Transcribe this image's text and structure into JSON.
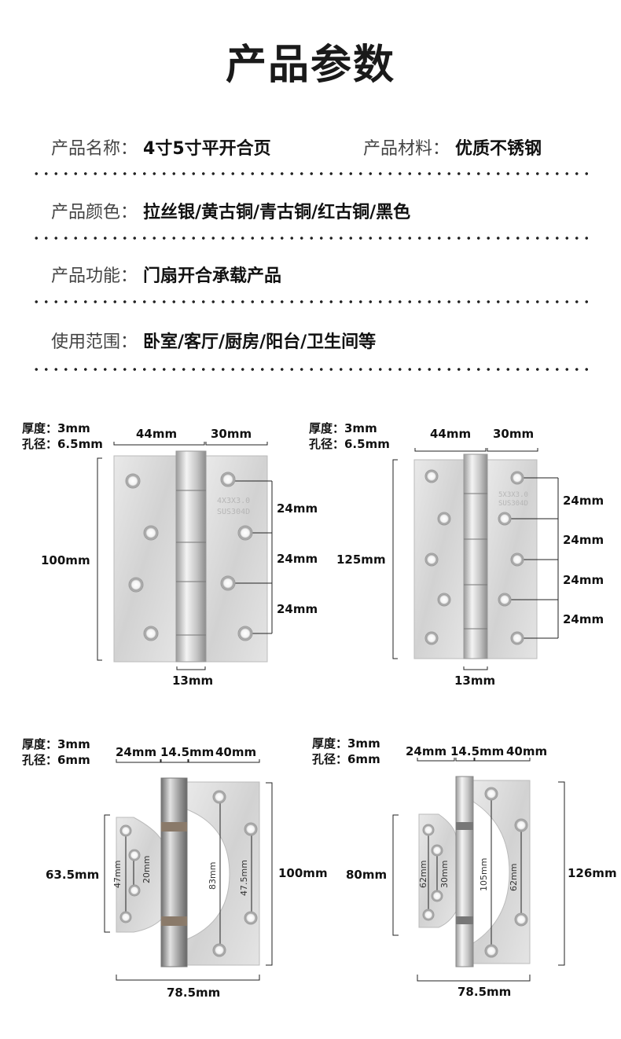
{
  "title": "产品参数",
  "params": {
    "name_label": "产品名称：",
    "name_value": "4寸5寸平开合页",
    "material_label": "产品材料：",
    "material_value": "优质不锈钢",
    "color_label": "产品颜色：",
    "color_value": "拉丝银/黄古铜/青古铜/红古铜/黑色",
    "function_label": "产品功能：",
    "function_value": "门扇开合承载产品",
    "range_label": "使用范围：",
    "range_value": "卧室/客厅/厨房/阳台/卫生间等"
  },
  "hinge1": {
    "thickness": "厚度：3mm",
    "hole": "孔径：6.5mm",
    "w_left": "44mm",
    "w_right": "30mm",
    "height": "100mm",
    "gap1": "24mm",
    "gap2": "24mm",
    "gap3": "24mm",
    "knuckle": "13mm",
    "stamp1": "4X3X3.0",
    "stamp2": "SUS304D"
  },
  "hinge2": {
    "thickness": "厚度：3mm",
    "hole": "孔径：6.5mm",
    "w_left": "44mm",
    "w_right": "30mm",
    "height": "125mm",
    "gap1": "24mm",
    "gap2": "24mm",
    "gap3": "24mm",
    "gap4": "24mm",
    "knuckle": "13mm",
    "stamp1": "5X3X3.0",
    "stamp2": "SUS304D"
  },
  "hinge3": {
    "thickness": "厚度：3mm",
    "hole": "孔径：6mm",
    "w_a": "24mm",
    "w_b": "14.5mm",
    "w_c": "40mm",
    "left_h": "63.5mm",
    "right_h": "100mm",
    "in1": "47mm",
    "in2": "20mm",
    "in3": "83mm",
    "in4": "47.5mm",
    "width": "78.5mm"
  },
  "hinge4": {
    "thickness": "厚度：3mm",
    "hole": "孔径：6mm",
    "w_a": "24mm",
    "w_b": "14.5mm",
    "w_c": "40mm",
    "left_h": "80mm",
    "right_h": "126mm",
    "in1": "62mm",
    "in2": "30mm",
    "in3": "105mm",
    "in4": "62mm",
    "width": "78.5mm"
  }
}
